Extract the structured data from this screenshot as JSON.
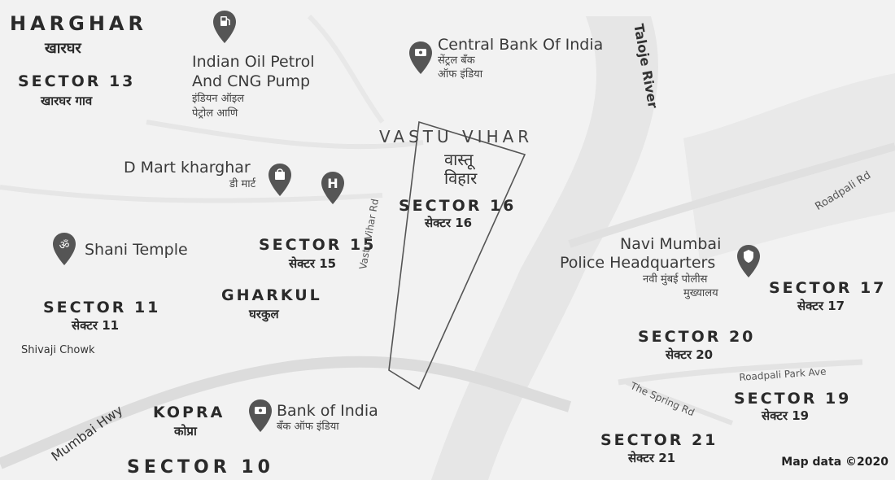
{
  "areas": {
    "kharghar": {
      "name": "HARGHAR",
      "local": "खारघर"
    },
    "sector13": {
      "name": "SECTOR 13",
      "local": "खारघर गाव"
    },
    "vastu_vihar": {
      "name": "VASTU VIHAR",
      "local_1": "वास्तू",
      "local_2": "विहार"
    },
    "sector16": {
      "name": "SECTOR 16",
      "local": "सेक्टर 16"
    },
    "sector15": {
      "name": "SECTOR 15",
      "local": "सेक्टर 15"
    },
    "gharkul": {
      "name": "GHARKUL",
      "local": "घरकुल"
    },
    "sector11": {
      "name": "SECTOR 11",
      "local": "सेक्टर 11"
    },
    "kopra": {
      "name": "KOPRA",
      "local": "कोप्रा"
    },
    "sector10": {
      "name": "SECTOR 10"
    },
    "sector17": {
      "name": "SECTOR 17",
      "local": "सेक्टर 17"
    },
    "sector20": {
      "name": "SECTOR 20",
      "local": "सेक्टर 20"
    },
    "sector19": {
      "name": "SECTOR 19",
      "local": "सेक्टर 19"
    },
    "sector21": {
      "name": "SECTOR 21",
      "local": "सेक्टर 21"
    }
  },
  "pois": {
    "indian_oil": {
      "name_1": "Indian Oil Petrol",
      "name_2": "And CNG Pump",
      "local_1": "इंडियन ऑइल",
      "local_2": "पेट्रोल आणि",
      "icon": "fuel-icon"
    },
    "central_bank": {
      "name": "Central Bank Of India",
      "local_1": "सेंट्रल बँक",
      "local_2": "ऑफ इंडिया",
      "icon": "bank-icon"
    },
    "dmart": {
      "name": "D Mart kharghar",
      "local": "डी मार्ट",
      "icon": "shopping-bag-icon"
    },
    "hospital": {
      "icon": "hospital-icon",
      "glyph": "H"
    },
    "shani_temple": {
      "name": "Shani Temple",
      "icon": "temple-icon",
      "glyph": "ॐ"
    },
    "police_hq": {
      "name_1": "Navi Mumbai",
      "name_2": "Police Headquarters",
      "local_1": "नवी मुंबई पोलीस",
      "local_2": "मुख्यालय",
      "icon": "police-icon"
    },
    "bank_of_india": {
      "name": "Bank of India",
      "local": "बँक ऑफ इंडिया",
      "icon": "bank-icon"
    }
  },
  "roads": {
    "vastu_vihar_rd": "Vastu Vihar Rd",
    "taloje_river": "Taloje River",
    "roadpali_rd": "Roadpali Rd",
    "roadpali_park_ave": "Roadpali Park Ave",
    "spring_rd": "The Spring Rd",
    "mumbai_hwy": "Mumbai Hwy",
    "shivaji_chowk": "Shivaji Chowk"
  },
  "colors": {
    "background": "#f2f2f2",
    "pin": "#555555",
    "road": "#d8d8d8",
    "water": "#e4e4e4"
  },
  "copyright": "Map data ©2020"
}
